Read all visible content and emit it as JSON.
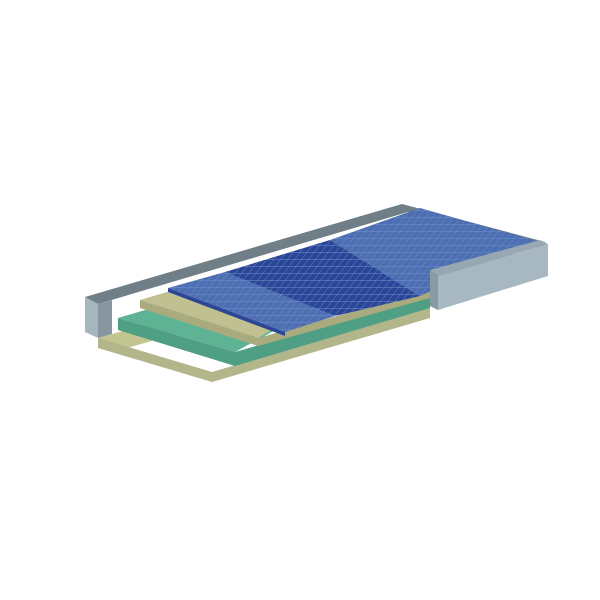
{
  "scene": {
    "colors": {
      "background": "#ffffff",
      "frame_top": "#6f7e87",
      "frame_front": "#a6b6bf",
      "frame_side": "#8796a0",
      "base_top": "#c2c58f",
      "base_front": "#b3b58a",
      "green_top": "#5fb395",
      "green_front": "#4f9f84",
      "tan_top": "#c0c090",
      "tan_front": "#a9ab7e",
      "grid_light": "#4d6fb2",
      "grid_dark": "#2b4597",
      "grid_line": "#6d8fcf",
      "end_block_top": "#98a8b2",
      "end_block_front": "#a8b8c2",
      "end_block_side": "#8a9aa4"
    },
    "layers": [
      {
        "name": "base-layer",
        "material": "base"
      },
      {
        "name": "green-layer",
        "material": "green"
      },
      {
        "name": "tan-layer",
        "material": "tan"
      },
      {
        "name": "blue-grid-surface",
        "material": "grid",
        "sections": 3
      }
    ]
  }
}
